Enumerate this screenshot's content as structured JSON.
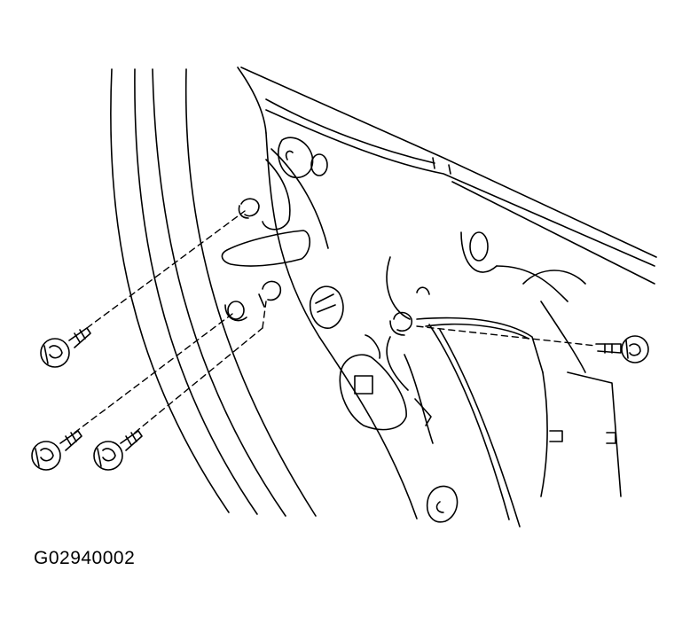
{
  "figure": {
    "id_label": "G02940002"
  },
  "parts": {
    "bolts": [
      "bolt-upper-left",
      "bolt-middle-left",
      "bolt-lower-left",
      "bolt-right"
    ],
    "clips": [
      "clip-upper",
      "clip-middle",
      "clip-lower",
      "clip-right"
    ]
  }
}
